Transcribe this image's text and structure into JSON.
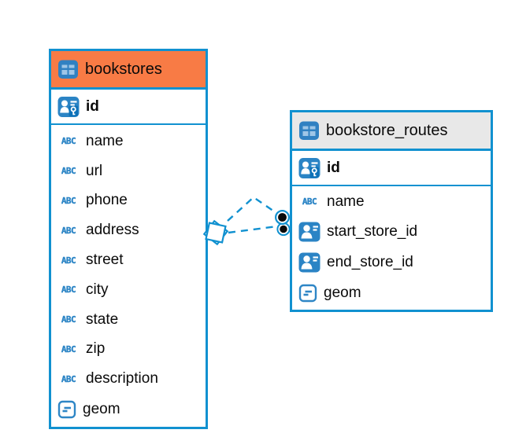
{
  "diagram": {
    "kind": "entity-relationship-diagram",
    "background": "#ffffff"
  },
  "colors": {
    "table_border": "#1191D0",
    "relation_line": "#1191D0",
    "header_orange": "#F87B45",
    "header_gray": "#E8E8E8",
    "icon_blue": "#2E86C6",
    "icon_blue_dark": "#0E72B8",
    "text": "#0a0a0a"
  },
  "icons": {
    "table": "grid-table-icon",
    "primary_key": "person-with-key-icon",
    "foreign_key": "person-card-icon",
    "text_type_glyph": "ABC",
    "geometry_type": "box-dash-icon"
  },
  "tables": [
    {
      "title": "bookstores",
      "header_style": "orange",
      "primary_key": {
        "name": "id"
      },
      "columns": [
        {
          "name": "name",
          "type": "text"
        },
        {
          "name": "url",
          "type": "text"
        },
        {
          "name": "phone",
          "type": "text"
        },
        {
          "name": "address",
          "type": "text"
        },
        {
          "name": "street",
          "type": "text"
        },
        {
          "name": "city",
          "type": "text"
        },
        {
          "name": "state",
          "type": "text"
        },
        {
          "name": "zip",
          "type": "text"
        },
        {
          "name": "description",
          "type": "text"
        },
        {
          "name": "geom",
          "type": "geometry"
        }
      ]
    },
    {
      "title": "bookstore_routes",
      "header_style": "gray",
      "primary_key": {
        "name": "id"
      },
      "columns": [
        {
          "name": "name",
          "type": "text"
        },
        {
          "name": "start_store_id",
          "type": "foreign_key"
        },
        {
          "name": "end_store_id",
          "type": "foreign_key"
        },
        {
          "name": "geom",
          "type": "geometry"
        }
      ]
    }
  ],
  "relationships": [
    {
      "source_table": "bookstores",
      "target_table": "bookstore_routes",
      "style": "dashed",
      "source_marker": "diamond",
      "target_marker": "dot"
    },
    {
      "source_table": "bookstores",
      "target_table": "bookstore_routes",
      "style": "dashed",
      "source_marker": "diamond",
      "target_marker": "dot"
    }
  ]
}
